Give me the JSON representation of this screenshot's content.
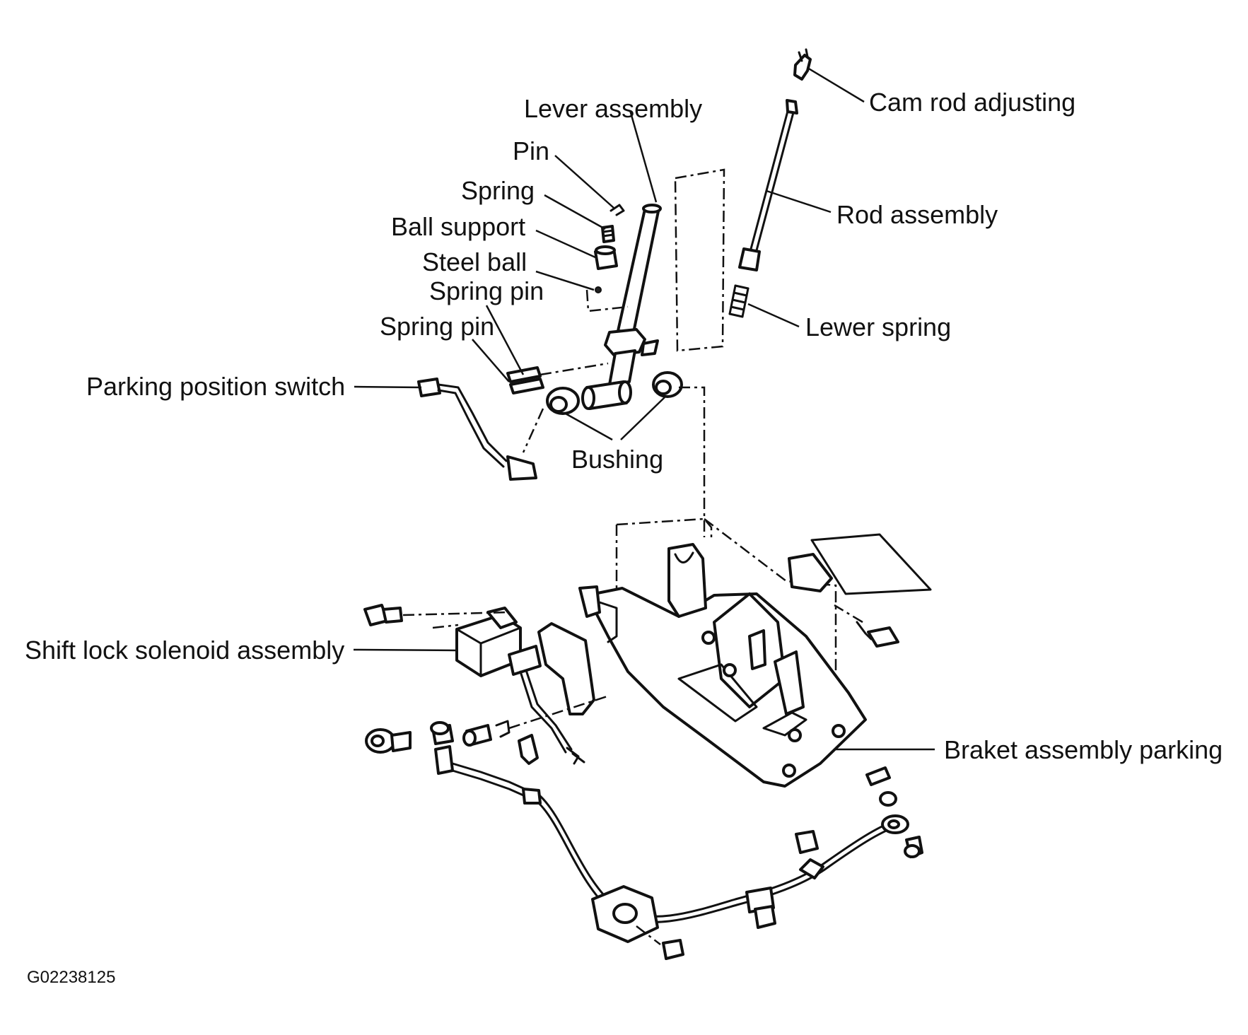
{
  "labels": {
    "lever_assembly": "Lever assembly",
    "pin": "Pin",
    "spring": "Spring",
    "ball_support": "Ball support",
    "steel_ball": "Steel ball",
    "spring_pin_upper": "Spring pin",
    "spring_pin_lower": "Spring pin",
    "parking_position_switch": "Parking position switch",
    "bushing": "Bushing",
    "cam_rod_adjusting": "Cam rod adjusting",
    "rod_assembly": "Rod assembly",
    "lewer_spring": "Lewer spring",
    "shift_lock_solenoid_assembly": "Shift lock solenoid assembly",
    "braket_assembly_parking": "Braket assembly parking"
  },
  "figure_code": "G02238125"
}
